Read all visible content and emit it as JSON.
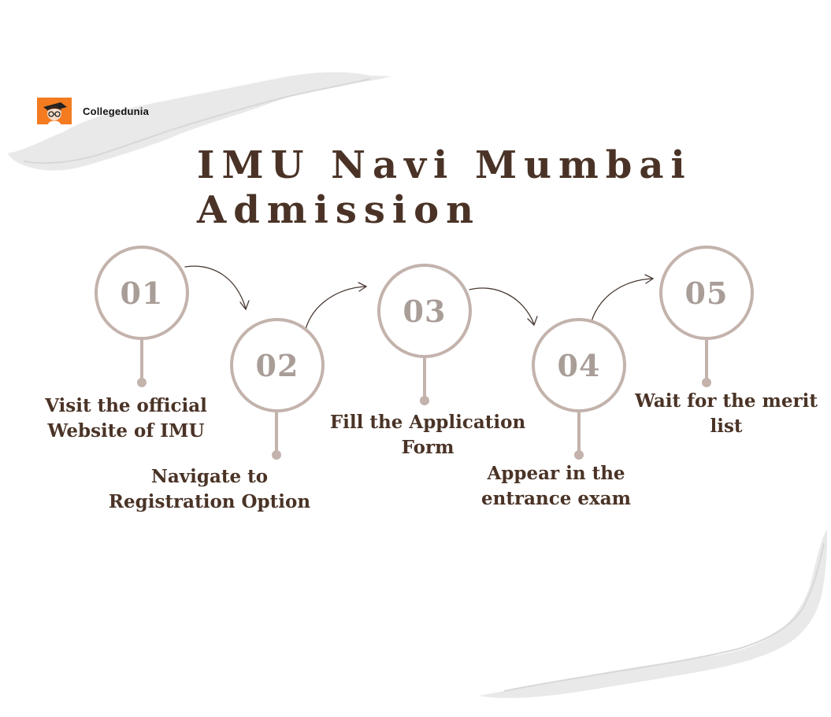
{
  "brand": {
    "name": "Collegedunia",
    "logo_icon": "student-mascot-icon"
  },
  "title": {
    "line1": "IMU Navi Mumbai",
    "line2": "Admission"
  },
  "steps": [
    {
      "number": "01",
      "label_line1": "Visit the official",
      "label_line2": "Website of IMU"
    },
    {
      "number": "02",
      "label_line1": "Navigate to",
      "label_line2": "Registration Option"
    },
    {
      "number": "03",
      "label_line1": "Fill the Application",
      "label_line2": "Form"
    },
    {
      "number": "04",
      "label_line1": "Appear in the",
      "label_line2": "entrance exam"
    },
    {
      "number": "05",
      "label_line1": "Wait for the merit",
      "label_line2": "list"
    }
  ],
  "colors": {
    "text": "#4a3326",
    "circle": "#c3b3ac",
    "number": "#a99d98",
    "logo_bg": "#f47b20"
  }
}
